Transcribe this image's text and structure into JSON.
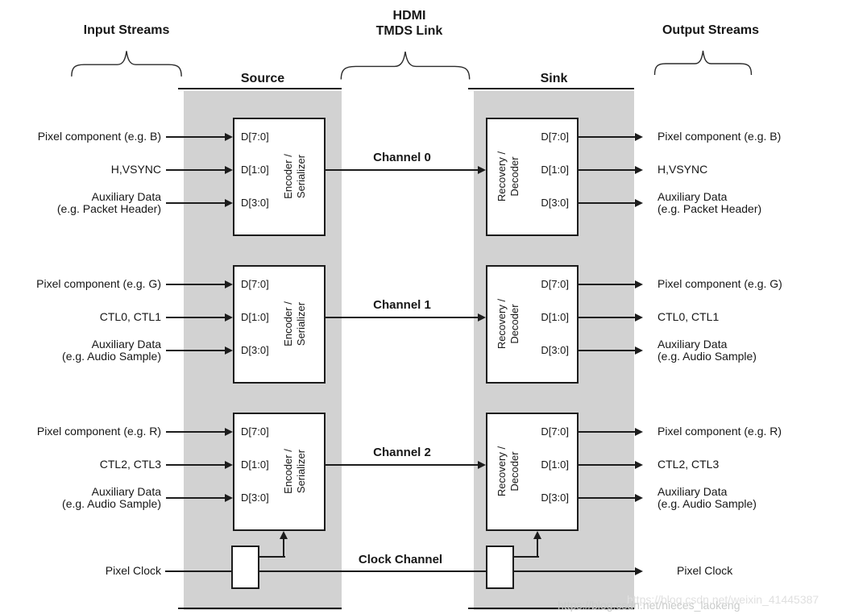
{
  "titles": {
    "input_streams": "Input Streams",
    "hdmi_link": "HDMI\nTMDS Link",
    "output_streams": "Output Streams",
    "source": "Source",
    "sink": "Sink"
  },
  "blocks": {
    "encoder": "Encoder /\nSerializer",
    "decoder": "Recovery /\nDecoder"
  },
  "channels": [
    {
      "name": "Channel 0",
      "d_labels": [
        "D[7:0]",
        "D[1:0]",
        "D[3:0]"
      ],
      "inputs": [
        "Pixel component (e.g. B)",
        "H,VSYNC",
        "Auxiliary Data\n(e.g. Packet Header)"
      ],
      "outputs": [
        "Pixel component (e.g. B)",
        "H,VSYNC",
        "Auxiliary Data\n(e.g. Packet Header)"
      ]
    },
    {
      "name": "Channel 1",
      "d_labels": [
        "D[7:0]",
        "D[1:0]",
        "D[3:0]"
      ],
      "inputs": [
        "Pixel component (e.g. G)",
        "CTL0, CTL1",
        "Auxiliary Data\n(e.g. Audio Sample)"
      ],
      "outputs": [
        "Pixel component (e.g. G)",
        "CTL0, CTL1",
        "Auxiliary Data\n(e.g. Audio Sample)"
      ]
    },
    {
      "name": "Channel 2",
      "d_labels": [
        "D[7:0]",
        "D[1:0]",
        "D[3:0]"
      ],
      "inputs": [
        "Pixel component (e.g. R)",
        "CTL2, CTL3",
        "Auxiliary Data\n(e.g. Audio Sample)"
      ],
      "outputs": [
        "Pixel component (e.g. R)",
        "CTL2, CTL3",
        "Auxiliary Data\n(e.g. Audio Sample)"
      ]
    }
  ],
  "clock": {
    "channel_label": "Clock Channel",
    "input_label": "Pixel Clock",
    "output_label": "Pixel Clock"
  },
  "watermarks": [
    "https://blog.csdn.net/weixin_41445387",
    "https://blog.csdn.net/nieces_laokeng"
  ],
  "colors": {
    "panel_gray": "#d2d2d2",
    "ink": "#1c1c1c",
    "watermark_light": "#e0e0e0",
    "watermark_dark": "#c9cbca"
  }
}
